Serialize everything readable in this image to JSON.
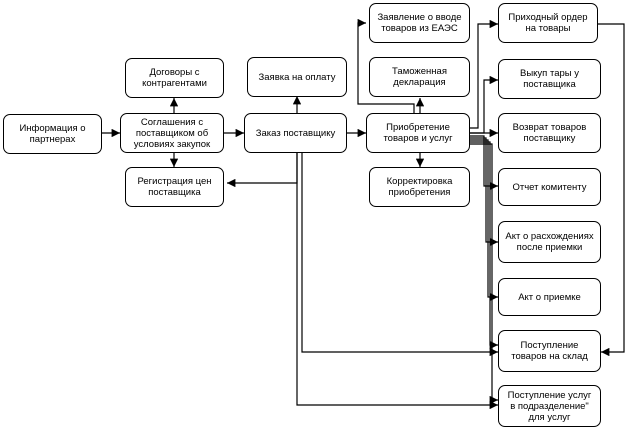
{
  "nodes": {
    "partner_info": "Информация о\nпартнерах",
    "contractor_contracts": "Договоры с\nконтрагентами",
    "purchase_agreements": "Соглашения с\nпоставщиком об\nусловиях закупок",
    "supplier_price_registration": "Регистрация цен\nпоставщика",
    "payment_request": "Заявка на оплату",
    "supplier_order": "Заказ поставщику",
    "eaeu_import_statement": "Заявление о вводе\nтоваров из ЕАЭС",
    "customs_declaration": "Таможенная\nдекларация",
    "goods_services_purchase": "Приобретение\nтоваров и услуг",
    "purchase_adjustment": "Корректировка\nприобретения",
    "goods_receipt_order": "Приходный ордер\nна товары",
    "container_buyout": "Выкуп тары у\nпоставщика",
    "goods_return": "Возврат товаров\nпоставщику",
    "consignor_report": "Отчет комитенту",
    "discrepancy_act": "Акт о расхождениях\nпосле приемки",
    "acceptance_act": "Акт о приемке",
    "warehouse_receipt": "Поступление\nтоваров на склад",
    "services_receipt": "Поступление услуг\nв подразделение\"\nдля услуг"
  },
  "colors": {
    "line": "#000000",
    "node_border": "#000000",
    "node_fill": "#ffffff",
    "text": "#000000"
  }
}
